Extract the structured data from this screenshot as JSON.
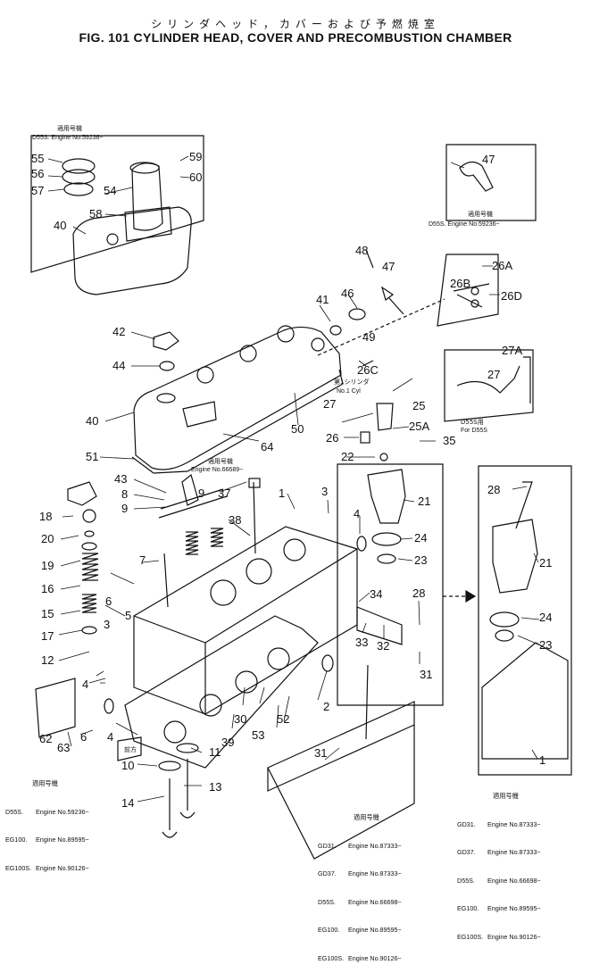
{
  "header": {
    "title_jp": "シリンダヘッド，カバーおよび予燃焼室",
    "title_en": "FIG. 101  CYLINDER HEAD, COVER AND PRECOMBUSTION CHAMBER"
  },
  "inset_labels": {
    "top_left_applic_jp": "適用号機",
    "top_left_applic": "D55S.  Engine No.59236~",
    "top_right_applic_jp": "適用号機",
    "top_right_applic": "D55S.  Engine No.59236~",
    "cover_applic_jp": "適用号機",
    "cover_applic": "Engine No.66689~",
    "no1_cyl_jp": "第1シリンダ",
    "no1_cyl": "No.1  Cyl",
    "for_d55s_jp": "D55S用",
    "for_d55s": "For  D55S",
    "plate_jp": "前方"
  },
  "part_numbers": [
    "1",
    "2",
    "3",
    "4",
    "5",
    "6",
    "7",
    "8",
    "9",
    "10",
    "11",
    "12",
    "13",
    "14",
    "15",
    "16",
    "17",
    "18",
    "19",
    "20",
    "21",
    "22",
    "23",
    "24",
    "25",
    "25A",
    "26",
    "26A",
    "26B",
    "26C",
    "26D",
    "27",
    "27A",
    "28",
    "30",
    "31",
    "32",
    "33",
    "34",
    "35",
    "37",
    "38",
    "39",
    "40",
    "41",
    "42",
    "43",
    "44",
    "46",
    "47",
    "48",
    "49",
    "50",
    "51",
    "52",
    "53",
    "54",
    "55",
    "56",
    "57",
    "58",
    "59",
    "60",
    "62",
    "63",
    "64"
  ],
  "notes": {
    "bottom_left": {
      "heading_jp": "適用号機",
      "rows": [
        {
          "model": "D55S.",
          "text": "Engine No.59236~"
        },
        {
          "model": "EG100.",
          "text": "Engine No.89595~"
        },
        {
          "model": "EG100S.",
          "text": "Engine No.90126~"
        }
      ]
    },
    "bottom_center": {
      "heading_jp": "適用号機",
      "rows": [
        {
          "model": "GD31.",
          "text": "Engine No.87333~"
        },
        {
          "model": "GD37.",
          "text": "Engine No.87333~"
        },
        {
          "model": "D55S.",
          "text": "Engine No.66698~"
        },
        {
          "model": "EG100.",
          "text": "Engine No.89595~"
        },
        {
          "model": "EG100S.",
          "text": "Engine No.90126~"
        }
      ]
    },
    "bottom_right": {
      "heading_jp": "適用号機",
      "rows": [
        {
          "model": "GD31.",
          "text": "Engine No.87333~"
        },
        {
          "model": "GD37.",
          "text": "Engine No.87333~"
        },
        {
          "model": "D55S.",
          "text": "Engine No.66698~"
        },
        {
          "model": "EG100.",
          "text": "Engine No.89595~"
        },
        {
          "model": "EG100S.",
          "text": "Engine No.90126~"
        }
      ]
    }
  }
}
